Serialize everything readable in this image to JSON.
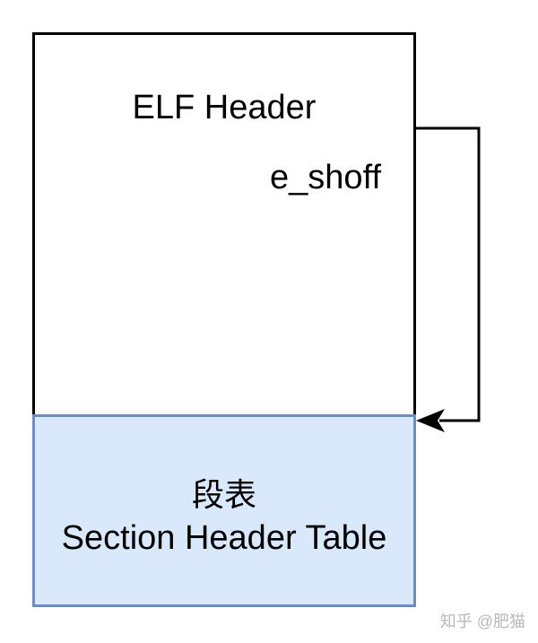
{
  "diagram": {
    "elf_header": {
      "title": "ELF Header",
      "field": "e_shoff"
    },
    "section_header_table": {
      "label_cn": "段表",
      "label_en": "Section Header Table"
    },
    "colors": {
      "outline": "#000000",
      "sht_fill": "#dae8fc",
      "sht_stroke": "#6c8ebf"
    }
  },
  "watermark": "知乎 @肥猫"
}
